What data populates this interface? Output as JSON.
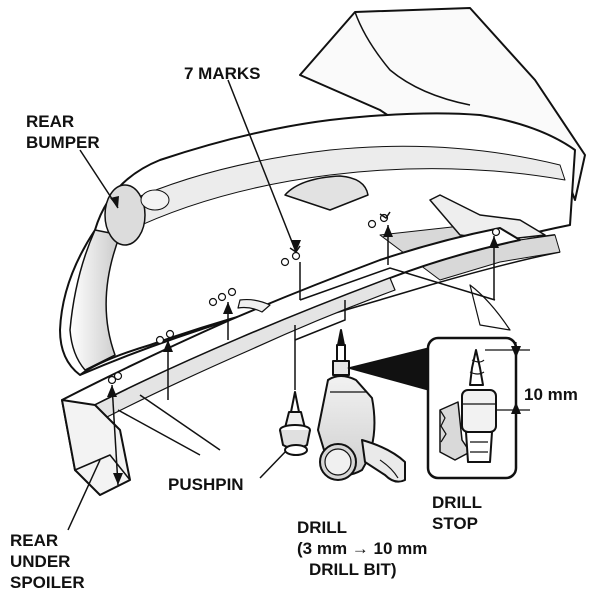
{
  "labels": {
    "marks": "7 MARKS",
    "rear_bumper": [
      "REAR",
      "BUMPER"
    ],
    "pushpin": "PUSHPIN",
    "drill": [
      "DRILL",
      "(3 mm → 10 mm",
      "DRILL BIT)"
    ],
    "drill_stop": [
      "DRILL",
      "STOP"
    ],
    "dimension": "10 mm",
    "rear_under_spoiler": [
      "REAR",
      "UNDER",
      "SPOILER"
    ]
  },
  "icons": {
    "bumper": "rear-bumper-icon",
    "spoiler": "rear-under-spoiler-icon",
    "pushpin": "pushpin-icon",
    "drill": "drill-icon",
    "detail": "drill-stop-detail-icon"
  },
  "colors": {
    "line": "#111111",
    "fill": "#ffffff",
    "shade": "#e6e6e6",
    "dark_shade": "#bdbdbd"
  }
}
